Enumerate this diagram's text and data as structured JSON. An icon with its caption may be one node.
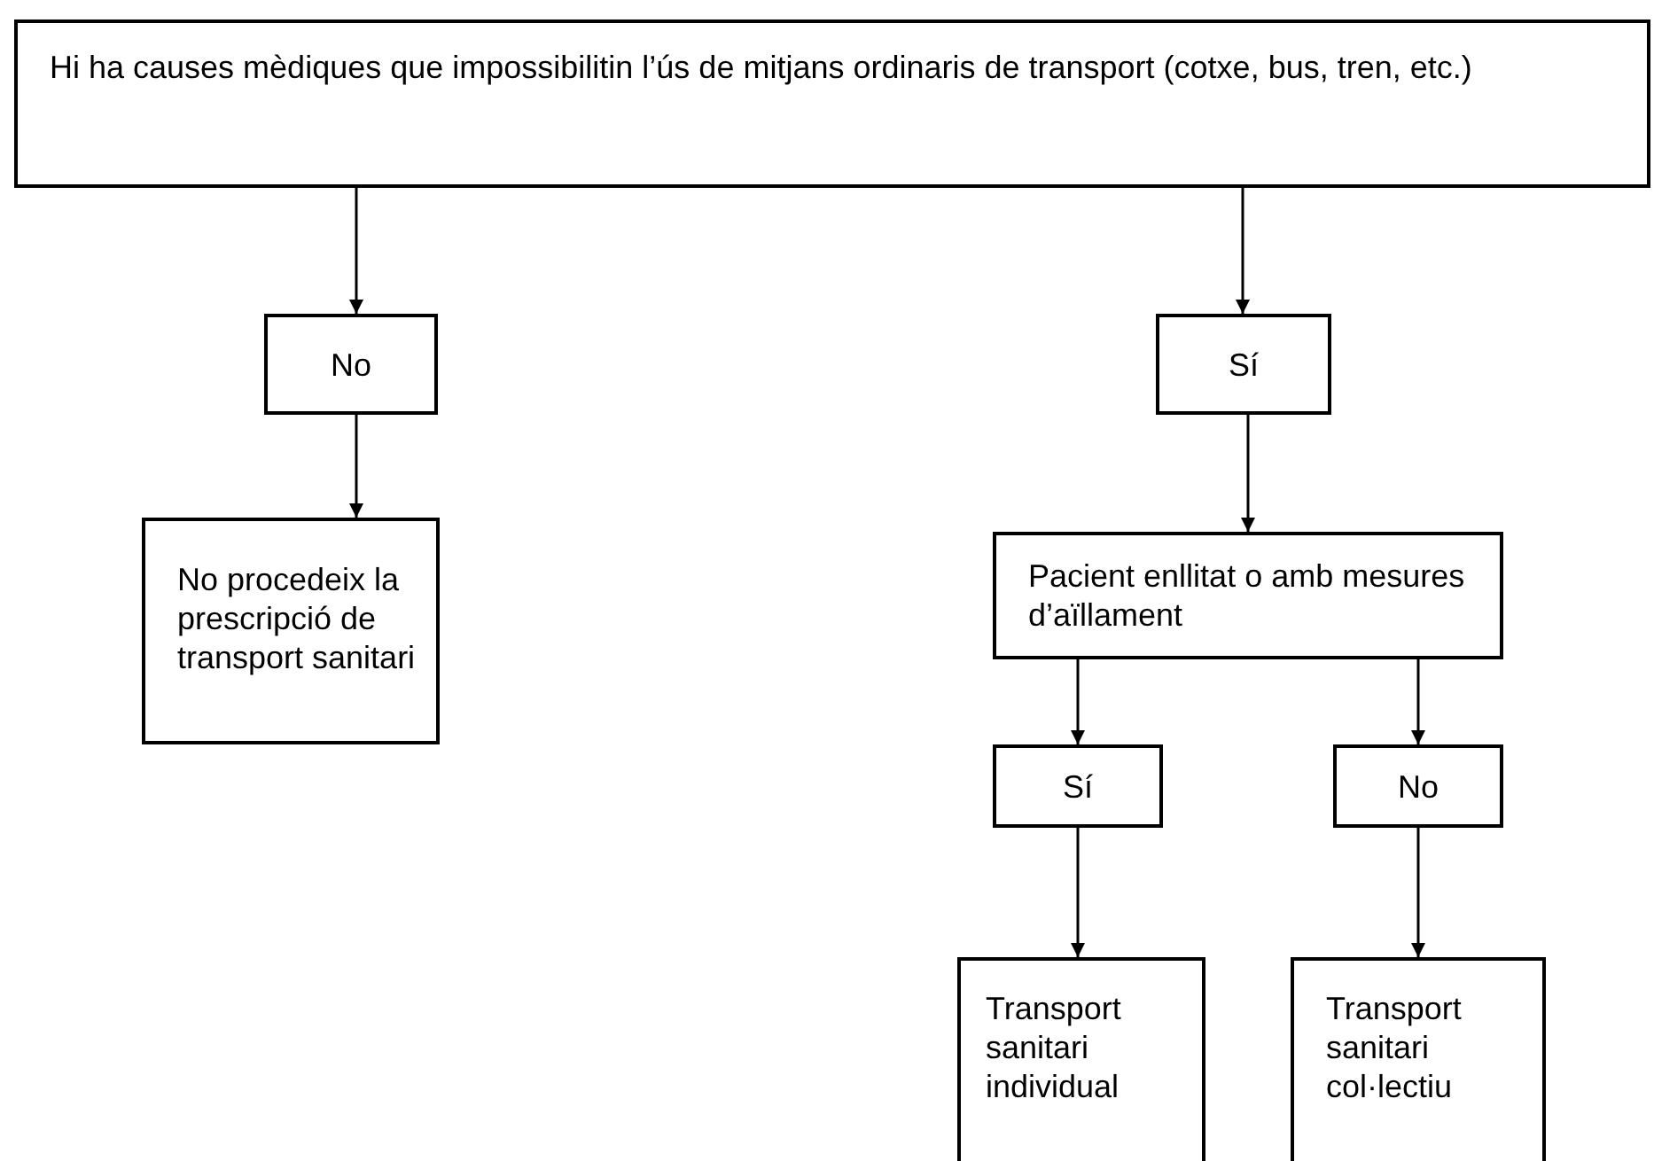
{
  "diagram": {
    "nodes": [
      {
        "text": [
          "Hi ha causes mèdiques que impossibilitin l’ús de mitjans ordinaris de transport (cotxe, bus, tren, etc.)"
        ]
      },
      {
        "text": [
          "No"
        ]
      },
      {
        "text": [
          "Sí"
        ]
      },
      {
        "text": [
          "No procedeix la prescripció de transport sanitari"
        ]
      },
      {
        "text": [
          "Pacient enllitat o amb mesures d’aïllament"
        ]
      },
      {
        "text": [
          "Sí"
        ]
      },
      {
        "text": [
          "No"
        ]
      },
      {
        "text": [
          "Transport sanitari individual"
        ]
      },
      {
        "text": [
          "Transport sanitari col·lectiu"
        ]
      }
    ],
    "edges": [
      {
        "from": 0,
        "to": 1,
        "arrow": "to"
      },
      {
        "from": 0,
        "to": 2,
        "arrow": "to"
      },
      {
        "from": 1,
        "to": 3,
        "arrow": "to"
      },
      {
        "from": 2,
        "to": 4,
        "arrow": "to"
      },
      {
        "from": 4,
        "to": 5,
        "arrow": "to"
      },
      {
        "from": 4,
        "to": 6,
        "arrow": "to"
      },
      {
        "from": 5,
        "to": 7,
        "arrow": "to"
      },
      {
        "from": 6,
        "to": 8,
        "arrow": "to"
      }
    ]
  }
}
